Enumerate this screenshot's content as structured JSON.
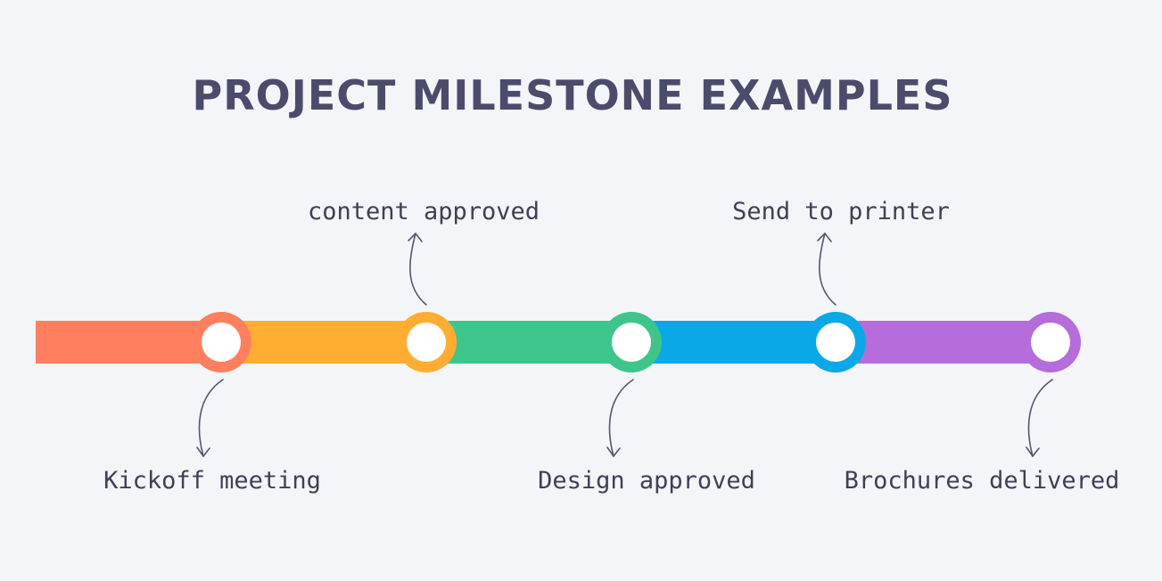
{
  "title": "PROJECT MILESTONE EXAMPLES",
  "milestones": [
    {
      "label": "Kickoff meeting",
      "color": "#ff7f5f",
      "position": "below"
    },
    {
      "label": "content approved",
      "color": "#ffad33",
      "position": "above"
    },
    {
      "label": "Design approved",
      "color": "#3ec58c",
      "position": "below"
    },
    {
      "label": "Send to printer",
      "color": "#0aa8e6",
      "position": "above"
    },
    {
      "label": "Brochures delivered",
      "color": "#b46ddb",
      "position": "below"
    }
  ]
}
